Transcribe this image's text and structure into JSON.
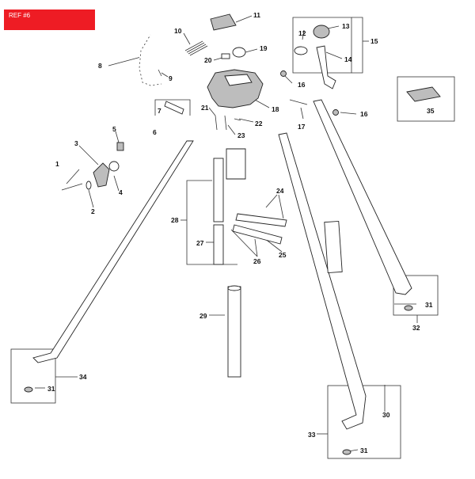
{
  "ref_label": "REF #6",
  "parts": {
    "p1": "1",
    "p2": "2",
    "p3": "3",
    "p4": "4",
    "p5": "5",
    "p6": "6",
    "p7": "7",
    "p8": "8",
    "p9": "9",
    "p10": "10",
    "p11": "11",
    "p12": "12",
    "p13": "13",
    "p14": "14",
    "p15": "15",
    "p16a": "16",
    "p16b": "16",
    "p17": "17",
    "p18": "18",
    "p19": "19",
    "p20": "20",
    "p21": "21",
    "p22": "22",
    "p23": "23",
    "p24": "24",
    "p25": "25",
    "p26": "26",
    "p27": "27",
    "p28": "28",
    "p29": "29",
    "p30": "30",
    "p31a": "31",
    "p31b": "31",
    "p31c": "31",
    "p32": "32",
    "p33": "33",
    "p34": "34",
    "p35": "35"
  }
}
